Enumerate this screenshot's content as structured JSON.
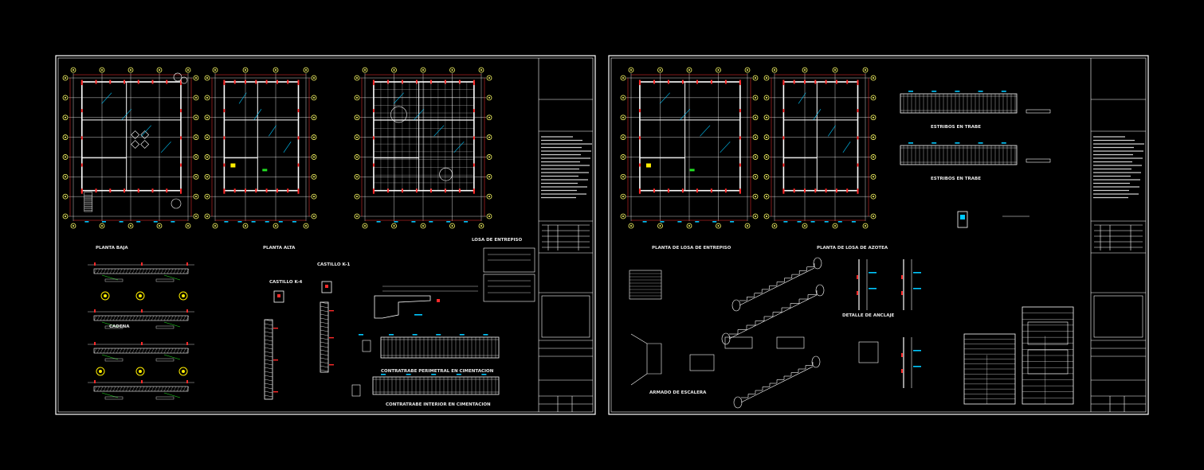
{
  "colors": {
    "background": "#000000",
    "frame": "#ffffff",
    "walls": "#ffffff",
    "grid_axes": "#ffffff",
    "axis_bubbles": "#ffff66",
    "dimension_marks": "#ff2a2a",
    "dimension_lines": "#ff3333",
    "annotations": "#00c8ff",
    "highlights": "#ffee00",
    "accent_green": "#22dd22"
  },
  "sheets": [
    {
      "labels": {
        "planta_baja": "PLANTA BAJA",
        "planta_alta": "PLANTA ALTA",
        "losa_entrepiso": "LOSA DE ENTREPISO",
        "castillo_k4": "CASTILLO K-4",
        "castillo_k1": "CASTILLO K-1",
        "cadena": "CADENA",
        "contratrabe_perimetral": "CONTRATRABE PERIMETRAL EN CIMENTACION",
        "contratrabe_interior": "CONTRATRABE INTERIOR EN CIMENTACION"
      }
    },
    {
      "labels": {
        "planta_losa_entrepiso": "PLANTA DE LOSA DE ENTREPISO",
        "planta_losa_azotea": "PLANTA DE LOSA DE AZOTEA",
        "estribos_1": "ESTRIBOS EN TRABE",
        "estribos_2": "ESTRIBOS EN TRABE",
        "armado_escalera": "ARMADO DE ESCALERA",
        "detalle_anclaje": "DETALLE DE ANCLAJE"
      }
    }
  ]
}
